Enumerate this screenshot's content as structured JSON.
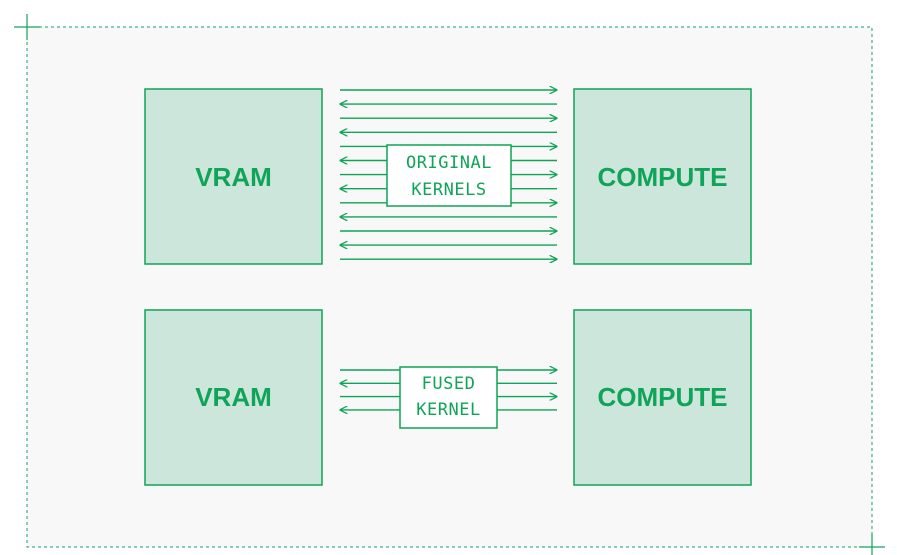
{
  "colors": {
    "accent": "#0fa457",
    "block_fill": "#cde6dc",
    "panel_fill": "#f7f8f7",
    "frame_dash": "#12a460"
  },
  "top_row": {
    "left_block": "VRAM",
    "right_block": "COMPUTE",
    "kernel_line1": "ORIGINAL",
    "kernel_line2": "KERNELS"
  },
  "bottom_row": {
    "left_block": "VRAM",
    "right_block": "COMPUTE",
    "kernel_line1": "FUSED",
    "kernel_line2": "KERNEL"
  }
}
